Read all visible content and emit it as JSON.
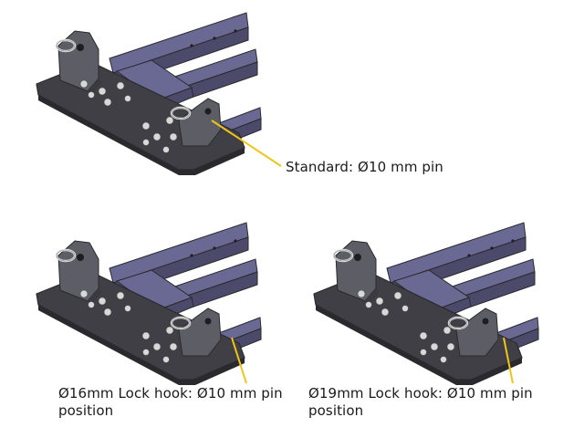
{
  "captions": {
    "standard": "Standard: Ø10 mm pin",
    "lock16": "Ø16mm Lock hook: Ø10 mm pin position",
    "lock19": "Ø19mm Lock hook: Ø10 mm pin position"
  },
  "colors": {
    "plate": "#3f3f45",
    "plate_edge": "#2a2a2e",
    "frame": "#4b4a6b",
    "frame_top": "#6a6994",
    "bracket": "#5d5d66",
    "bolt": "#d8d8d8",
    "ring": "#e6e6e6",
    "leader": "#f0c419"
  }
}
